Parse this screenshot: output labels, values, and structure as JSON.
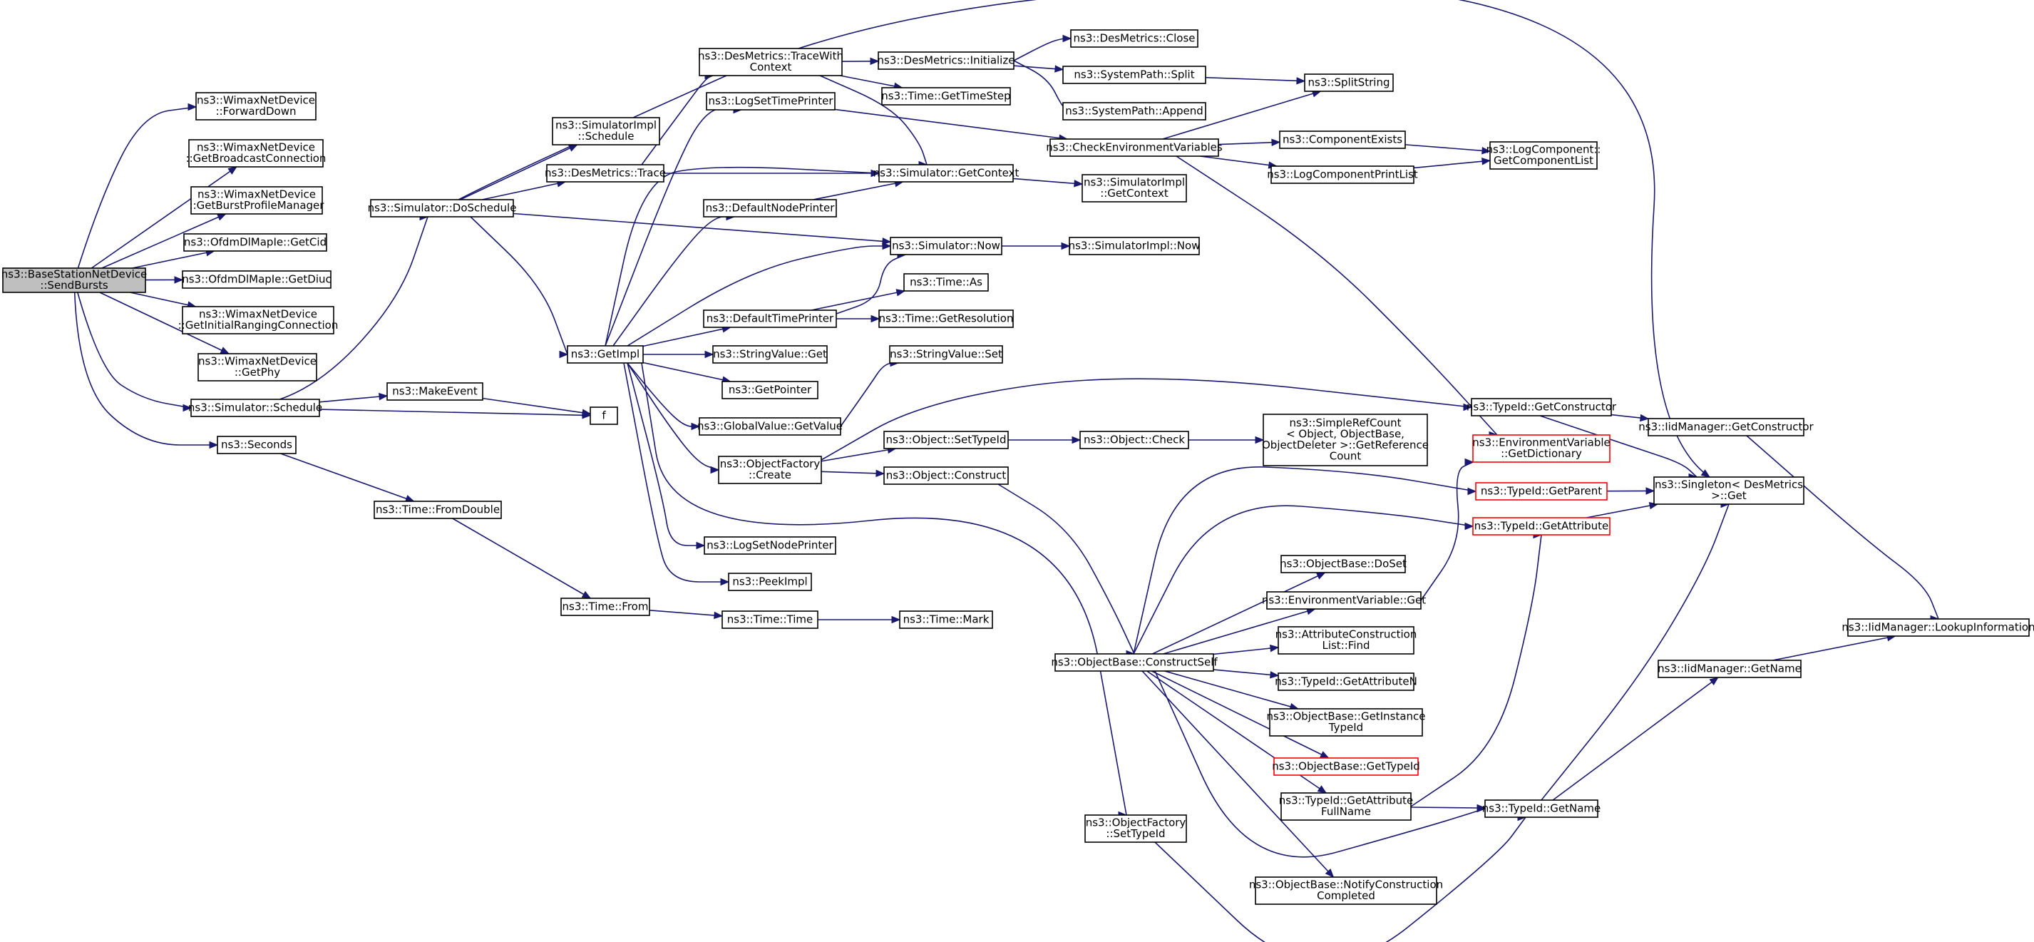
{
  "nodes": [
    {
      "id": "sendBursts",
      "lines": [
        "ns3::BaseStationNetDevice",
        "::SendBursts"
      ],
      "root": true
    },
    {
      "id": "forwardDown",
      "lines": [
        "ns3::WimaxNetDevice",
        "::ForwardDown"
      ]
    },
    {
      "id": "getBroadcastConn",
      "lines": [
        "ns3::WimaxNetDevice",
        "::GetBroadcastConnection"
      ]
    },
    {
      "id": "getBurstProfileMgr",
      "lines": [
        "ns3::WimaxNetDevice",
        "::GetBurstProfileManager"
      ]
    },
    {
      "id": "getCid",
      "lines": [
        "ns3::OfdmDlMapIe::GetCid"
      ]
    },
    {
      "id": "getDiuc",
      "lines": [
        "ns3::OfdmDlMapIe::GetDiuc"
      ]
    },
    {
      "id": "getInitialRanging",
      "lines": [
        "ns3::WimaxNetDevice",
        "::GetInitialRangingConnection"
      ]
    },
    {
      "id": "getPhy",
      "lines": [
        "ns3::WimaxNetDevice",
        "::GetPhy"
      ]
    },
    {
      "id": "schedule",
      "lines": [
        "ns3::Simulator::Schedule"
      ]
    },
    {
      "id": "seconds",
      "lines": [
        "ns3::Seconds"
      ]
    },
    {
      "id": "doSchedule",
      "lines": [
        "ns3::Simulator::DoSchedule"
      ]
    },
    {
      "id": "makeEvent",
      "lines": [
        "ns3::MakeEvent"
      ]
    },
    {
      "id": "f",
      "lines": [
        "f"
      ]
    },
    {
      "id": "fromDouble",
      "lines": [
        "ns3::Time::FromDouble"
      ]
    },
    {
      "id": "simImplSchedule",
      "lines": [
        "ns3::SimulatorImpl",
        "::Schedule"
      ]
    },
    {
      "id": "desTrace",
      "lines": [
        "ns3::DesMetrics::Trace"
      ]
    },
    {
      "id": "getImpl",
      "lines": [
        "ns3::GetImpl"
      ]
    },
    {
      "id": "timeFrom",
      "lines": [
        "ns3::Time::From"
      ]
    },
    {
      "id": "desTraceWith",
      "lines": [
        "ns3::DesMetrics::TraceWith",
        "Context"
      ]
    },
    {
      "id": "logSetTimePrinter",
      "lines": [
        "ns3::LogSetTimePrinter"
      ]
    },
    {
      "id": "defaultNodePrinter",
      "lines": [
        "ns3::DefaultNodePrinter"
      ]
    },
    {
      "id": "defaultTimePrinter",
      "lines": [
        "ns3::DefaultTimePrinter"
      ]
    },
    {
      "id": "stringValueGet",
      "lines": [
        "ns3::StringValue::Get"
      ]
    },
    {
      "id": "getPointer",
      "lines": [
        "ns3::GetPointer"
      ]
    },
    {
      "id": "globalValueGet",
      "lines": [
        "ns3::GlobalValue::GetValue"
      ]
    },
    {
      "id": "objFactoryCreate",
      "lines": [
        "ns3::ObjectFactory",
        "::Create"
      ]
    },
    {
      "id": "logSetNodePrinter",
      "lines": [
        "ns3::LogSetNodePrinter"
      ]
    },
    {
      "id": "peekImpl",
      "lines": [
        "ns3::PeekImpl"
      ]
    },
    {
      "id": "timeTime",
      "lines": [
        "ns3::Time::Time"
      ]
    },
    {
      "id": "desInitialize",
      "lines": [
        "ns3::DesMetrics::Initialize"
      ]
    },
    {
      "id": "timeGetTimeStep",
      "lines": [
        "ns3::Time::GetTimeStep"
      ]
    },
    {
      "id": "simGetContext",
      "lines": [
        "ns3::Simulator::GetContext"
      ]
    },
    {
      "id": "simNow",
      "lines": [
        "ns3::Simulator::Now"
      ]
    },
    {
      "id": "timeAs",
      "lines": [
        "ns3::Time::As"
      ]
    },
    {
      "id": "timeGetResolution",
      "lines": [
        "ns3::Time::GetResolution"
      ]
    },
    {
      "id": "stringValueSet",
      "lines": [
        "ns3::StringValue::Set"
      ]
    },
    {
      "id": "objectSetTypeId",
      "lines": [
        "ns3::Object::SetTypeId"
      ]
    },
    {
      "id": "objectConstruct",
      "lines": [
        "ns3::Object::Construct"
      ]
    },
    {
      "id": "timeMark",
      "lines": [
        "ns3::Time::Mark"
      ]
    },
    {
      "id": "objFactorySetTypeId",
      "lines": [
        "ns3::ObjectFactory",
        "::SetTypeId"
      ]
    },
    {
      "id": "desClose",
      "lines": [
        "ns3::DesMetrics::Close"
      ]
    },
    {
      "id": "sysPathSplit",
      "lines": [
        "ns3::SystemPath::Split"
      ]
    },
    {
      "id": "sysPathAppend",
      "lines": [
        "ns3::SystemPath::Append"
      ]
    },
    {
      "id": "checkEnvVars",
      "lines": [
        "ns3::CheckEnvironmentVariables"
      ]
    },
    {
      "id": "simImplGetContext",
      "lines": [
        "ns3::SimulatorImpl",
        "::GetContext"
      ]
    },
    {
      "id": "simImplNow",
      "lines": [
        "ns3::SimulatorImpl::Now"
      ]
    },
    {
      "id": "objectCheck",
      "lines": [
        "ns3::Object::Check"
      ]
    },
    {
      "id": "objBaseConstructSelf",
      "lines": [
        "ns3::ObjectBase::ConstructSelf"
      ]
    },
    {
      "id": "splitString",
      "lines": [
        "ns3::SplitString"
      ]
    },
    {
      "id": "componentExists",
      "lines": [
        "ns3::ComponentExists"
      ]
    },
    {
      "id": "logCompPrintList",
      "lines": [
        "ns3::LogComponentPrintList"
      ]
    },
    {
      "id": "simpleRefCount",
      "lines": [
        "ns3::SimpleRefCount",
        "< Object, ObjectBase,",
        "ObjectDeleter >::GetReference",
        "Count"
      ]
    },
    {
      "id": "objBaseDoSet",
      "lines": [
        "ns3::ObjectBase::DoSet"
      ]
    },
    {
      "id": "envVarGet",
      "lines": [
        "ns3::EnvironmentVariable::Get"
      ]
    },
    {
      "id": "attrConstructionFind",
      "lines": [
        "ns3::AttributeConstruction",
        "List::Find"
      ]
    },
    {
      "id": "typeIdGetAttributeN",
      "lines": [
        "ns3::TypeId::GetAttributeN"
      ]
    },
    {
      "id": "objBaseGetInstance",
      "lines": [
        "ns3::ObjectBase::GetInstance",
        "TypeId"
      ]
    },
    {
      "id": "objBaseGetTypeId",
      "lines": [
        "ns3::ObjectBase::GetTypeId"
      ],
      "truncated": true
    },
    {
      "id": "typeIdGetAttrFullName",
      "lines": [
        "ns3::TypeId::GetAttribute",
        "FullName"
      ]
    },
    {
      "id": "objBaseNotifyConstruction",
      "lines": [
        "ns3::ObjectBase::NotifyConstruction",
        "Completed"
      ]
    },
    {
      "id": "logCompGetList",
      "lines": [
        "ns3::LogComponent::",
        "GetComponentList"
      ]
    },
    {
      "id": "typeIdGetConstructor",
      "lines": [
        "ns3::TypeId::GetConstructor"
      ]
    },
    {
      "id": "envVarGetDictionary",
      "lines": [
        "ns3::EnvironmentVariable",
        "::GetDictionary"
      ],
      "truncated": true
    },
    {
      "id": "typeIdGetParent",
      "lines": [
        "ns3::TypeId::GetParent"
      ],
      "truncated": true
    },
    {
      "id": "typeIdGetAttribute",
      "lines": [
        "ns3::TypeId::GetAttribute"
      ],
      "truncated": true
    },
    {
      "id": "typeIdGetName",
      "lines": [
        "ns3::TypeId::GetName"
      ]
    },
    {
      "id": "iidMgrGetConstructor",
      "lines": [
        "ns3::IidManager::GetConstructor"
      ]
    },
    {
      "id": "singletonGet",
      "lines": [
        "ns3::Singleton< DesMetrics",
        ">::Get"
      ]
    },
    {
      "id": "iidMgrGetName",
      "lines": [
        "ns3::IidManager::GetName"
      ]
    },
    {
      "id": "iidMgrLookup",
      "lines": [
        "ns3::IidManager::LookupInformation"
      ]
    }
  ],
  "edges": [
    [
      "sendBursts",
      "forwardDown"
    ],
    [
      "sendBursts",
      "getBroadcastConn"
    ],
    [
      "sendBursts",
      "getBurstProfileMgr"
    ],
    [
      "sendBursts",
      "getCid"
    ],
    [
      "sendBursts",
      "getDiuc"
    ],
    [
      "sendBursts",
      "getInitialRanging"
    ],
    [
      "sendBursts",
      "getPhy"
    ],
    [
      "sendBursts",
      "schedule"
    ],
    [
      "sendBursts",
      "seconds"
    ],
    [
      "schedule",
      "doSchedule"
    ],
    [
      "schedule",
      "makeEvent"
    ],
    [
      "schedule",
      "f"
    ],
    [
      "makeEvent",
      "f"
    ],
    [
      "seconds",
      "fromDouble"
    ],
    [
      "fromDouble",
      "timeFrom"
    ],
    [
      "timeFrom",
      "timeTime"
    ],
    [
      "timeTime",
      "timeMark"
    ],
    [
      "doSchedule",
      "simImplSchedule"
    ],
    [
      "doSchedule",
      "desTrace"
    ],
    [
      "doSchedule",
      "getImpl"
    ],
    [
      "doSchedule",
      "simNow"
    ],
    [
      "doSchedule",
      "singletonGet"
    ],
    [
      "desTrace",
      "desTraceWith"
    ],
    [
      "desTrace",
      "simGetContext"
    ],
    [
      "desTraceWith",
      "desInitialize"
    ],
    [
      "desTraceWith",
      "timeGetTimeStep"
    ],
    [
      "desTraceWith",
      "simGetContext"
    ],
    [
      "desInitialize",
      "desClose"
    ],
    [
      "desInitialize",
      "sysPathSplit"
    ],
    [
      "desInitialize",
      "sysPathAppend"
    ],
    [
      "sysPathSplit",
      "splitString"
    ],
    [
      "getImpl",
      "logSetTimePrinter"
    ],
    [
      "getImpl",
      "defaultNodePrinter"
    ],
    [
      "getImpl",
      "simGetContext"
    ],
    [
      "getImpl",
      "defaultTimePrinter"
    ],
    [
      "getImpl",
      "stringValueGet"
    ],
    [
      "getImpl",
      "getPointer"
    ],
    [
      "getImpl",
      "globalValueGet"
    ],
    [
      "getImpl",
      "objFactoryCreate"
    ],
    [
      "getImpl",
      "logSetNodePrinter"
    ],
    [
      "getImpl",
      "peekImpl"
    ],
    [
      "getImpl",
      "objFactorySetTypeId"
    ],
    [
      "getImpl",
      "simNow"
    ],
    [
      "logSetTimePrinter",
      "checkEnvVars"
    ],
    [
      "checkEnvVars",
      "splitString"
    ],
    [
      "checkEnvVars",
      "componentExists"
    ],
    [
      "checkEnvVars",
      "logCompPrintList"
    ],
    [
      "checkEnvVars",
      "envVarGetDictionary"
    ],
    [
      "componentExists",
      "logCompGetList"
    ],
    [
      "logCompPrintList",
      "logCompGetList"
    ],
    [
      "defaultNodePrinter",
      "simGetContext"
    ],
    [
      "simGetContext",
      "simImplGetContext"
    ],
    [
      "simNow",
      "simImplNow"
    ],
    [
      "defaultTimePrinter",
      "simNow"
    ],
    [
      "defaultTimePrinter",
      "timeAs"
    ],
    [
      "defaultTimePrinter",
      "timeGetResolution"
    ],
    [
      "globalValueGet",
      "stringValueSet"
    ],
    [
      "objFactoryCreate",
      "typeIdGetConstructor"
    ],
    [
      "objFactoryCreate",
      "objectSetTypeId"
    ],
    [
      "objFactoryCreate",
      "objectConstruct"
    ],
    [
      "objectSetTypeId",
      "objectCheck"
    ],
    [
      "objectCheck",
      "simpleRefCount"
    ],
    [
      "objectConstruct",
      "objBaseConstructSelf"
    ],
    [
      "objBaseConstructSelf",
      "typeIdGetParent"
    ],
    [
      "objBaseConstructSelf",
      "typeIdGetAttribute"
    ],
    [
      "objBaseConstructSelf",
      "objBaseDoSet"
    ],
    [
      "objBaseConstructSelf",
      "envVarGet"
    ],
    [
      "objBaseConstructSelf",
      "attrConstructionFind"
    ],
    [
      "objBaseConstructSelf",
      "typeIdGetAttributeN"
    ],
    [
      "objBaseConstructSelf",
      "objBaseGetInstance"
    ],
    [
      "objBaseConstructSelf",
      "objBaseGetTypeId"
    ],
    [
      "objBaseConstructSelf",
      "typeIdGetAttrFullName"
    ],
    [
      "objBaseConstructSelf",
      "typeIdGetName"
    ],
    [
      "objBaseConstructSelf",
      "objBaseNotifyConstruction"
    ],
    [
      "envVarGet",
      "envVarGetDictionary"
    ],
    [
      "typeIdGetAttrFullName",
      "typeIdGetAttribute"
    ],
    [
      "typeIdGetAttrFullName",
      "typeIdGetName"
    ],
    [
      "objFactorySetTypeId",
      "typeIdGetName"
    ],
    [
      "typeIdGetConstructor",
      "iidMgrGetConstructor"
    ],
    [
      "typeIdGetConstructor",
      "singletonGet"
    ],
    [
      "typeIdGetParent",
      "singletonGet"
    ],
    [
      "typeIdGetAttribute",
      "singletonGet"
    ],
    [
      "typeIdGetName",
      "singletonGet"
    ],
    [
      "typeIdGetName",
      "iidMgrGetName"
    ],
    [
      "iidMgrGetConstructor",
      "iidMgrLookup"
    ],
    [
      "iidMgrGetName",
      "iidMgrLookup"
    ]
  ]
}
